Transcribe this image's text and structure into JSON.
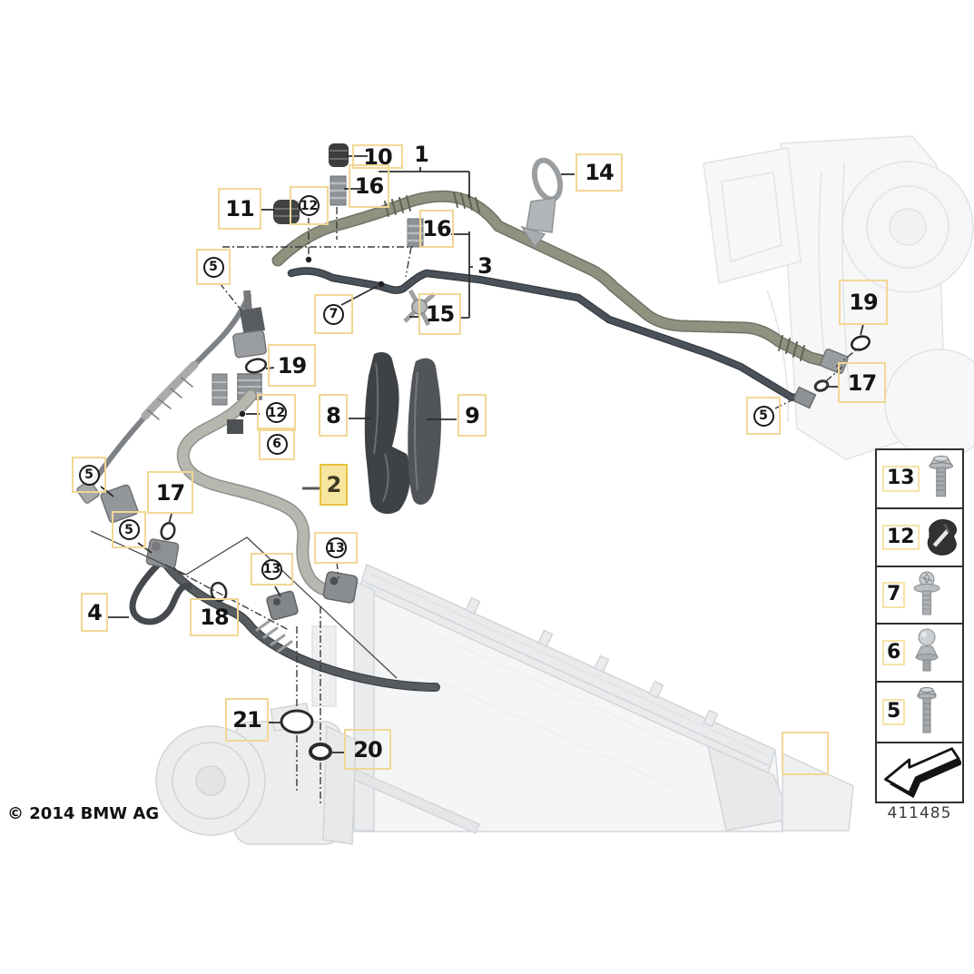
{
  "copyright": "© 2014 BMW AG",
  "callouts": {
    "c10": {
      "label": "10"
    },
    "c1": {
      "label": "1"
    },
    "c16a": {
      "label": "16"
    },
    "c11": {
      "label": "11"
    },
    "c12a": {
      "label": "12"
    },
    "c14": {
      "label": "14"
    },
    "c16b": {
      "label": "16"
    },
    "c3": {
      "label": "3"
    },
    "c7": {
      "label": "7"
    },
    "c15": {
      "label": "15"
    },
    "c5a": {
      "label": "5"
    },
    "c19l": {
      "label": "19"
    },
    "c12b": {
      "label": "12"
    },
    "c6": {
      "label": "6"
    },
    "c8": {
      "label": "8"
    },
    "c9": {
      "label": "9"
    },
    "c2": {
      "label": "2"
    },
    "c5b": {
      "label": "5"
    },
    "c17l": {
      "label": "17"
    },
    "c5c": {
      "label": "5"
    },
    "c4": {
      "label": "4"
    },
    "c18": {
      "label": "18"
    },
    "c13a": {
      "label": "13"
    },
    "c13b": {
      "label": "13"
    },
    "c21": {
      "label": "21"
    },
    "c20": {
      "label": "20"
    },
    "c19r": {
      "label": "19"
    },
    "c17r": {
      "label": "17"
    },
    "c5d": {
      "label": "5"
    }
  },
  "legend": {
    "rows": [
      {
        "label": "13",
        "icon": "flange-bolt-icon"
      },
      {
        "label": "12",
        "icon": "clip-icon"
      },
      {
        "label": "7",
        "icon": "torx-screw-icon"
      },
      {
        "label": "6",
        "icon": "ball-stud-icon"
      },
      {
        "label": "5",
        "icon": "hex-bolt-icon"
      }
    ],
    "arrow_icon": "direction-arrow-icon",
    "code": "411485"
  },
  "colors": {
    "highlight_fill": "#f7e6a0",
    "highlight_border": "#e7c33c",
    "hotspot_border": "#f2d795"
  }
}
